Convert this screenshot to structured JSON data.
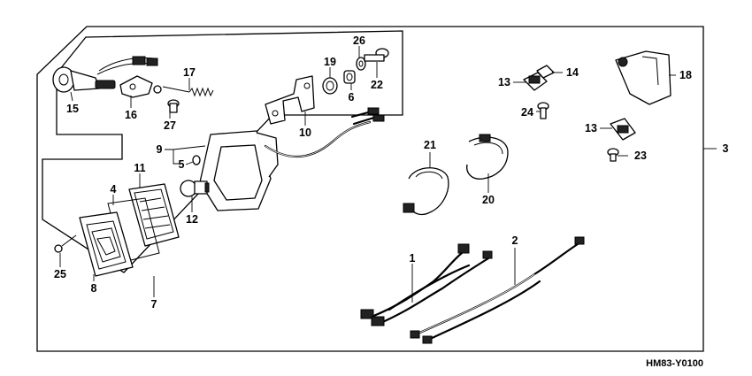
{
  "diagram_code": "HM83-Y0100",
  "labels": {
    "p1": "1",
    "p2": "2",
    "p3": "3",
    "p4": "4",
    "p5": "5",
    "p6": "6",
    "p7": "7",
    "p8": "8",
    "p9": "9",
    "p10": "10",
    "p11": "11",
    "p12": "12",
    "p13a": "13",
    "p13b": "13",
    "p14": "14",
    "p15": "15",
    "p16": "16",
    "p17": "17",
    "p18": "18",
    "p19": "19",
    "p20": "20",
    "p21": "21",
    "p22": "22",
    "p23": "23",
    "p24": "24",
    "p25": "25",
    "p26": "26",
    "p27": "27"
  }
}
